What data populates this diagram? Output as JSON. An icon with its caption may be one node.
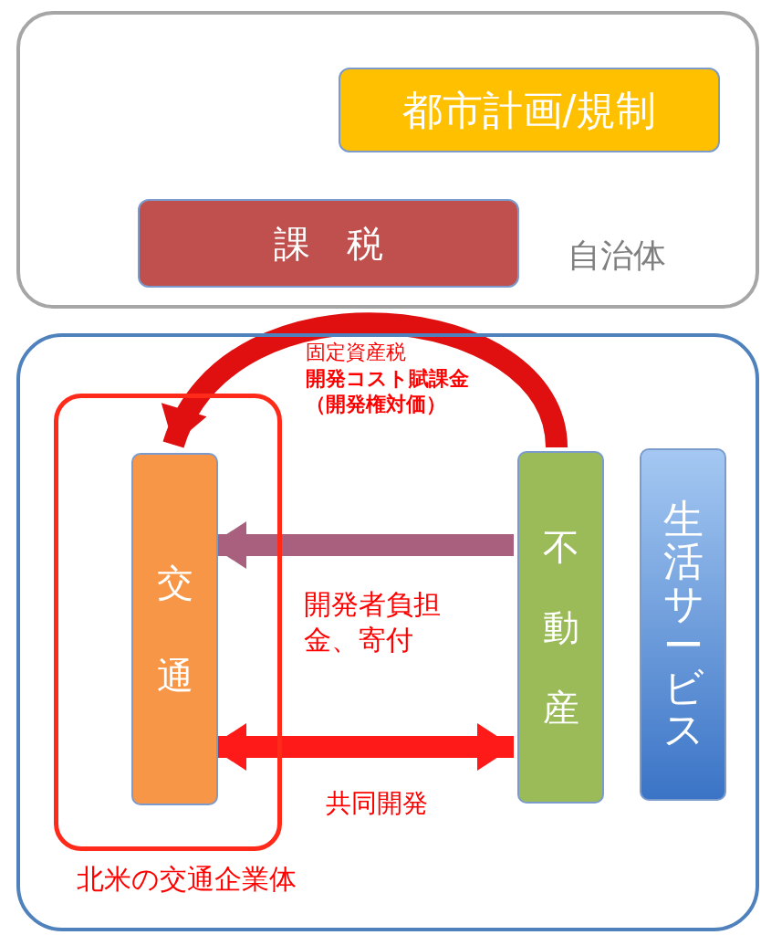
{
  "diagram": {
    "nodes": [
      {
        "text": [
          "自治体"
        ]
      },
      {
        "text": [
          "都市計画/規制"
        ],
        "in": 0
      },
      {
        "text": [
          "課　税"
        ],
        "in": 0
      },
      {
        "text": [],
        "shape": "box"
      },
      {
        "text": [
          "北米の交通企業体"
        ],
        "in": 3
      },
      {
        "text": [
          "交通"
        ],
        "in": 4
      },
      {
        "text": [
          "不動産"
        ],
        "in": 3
      },
      {
        "text": [
          "生活サービス"
        ],
        "in": 3
      }
    ],
    "edges": [
      {
        "from": 6,
        "to": 5,
        "arrow": "to",
        "label": "固定資産税**開発コスト賦課金（開発権対価）**"
      },
      {
        "from": 6,
        "to": 5,
        "arrow": "to",
        "label": "開発者負担金、寄付",
        "color": "#a8607e"
      },
      {
        "from": 5,
        "to": 6,
        "arrow": "both",
        "label": "共同開発"
      }
    ]
  }
}
